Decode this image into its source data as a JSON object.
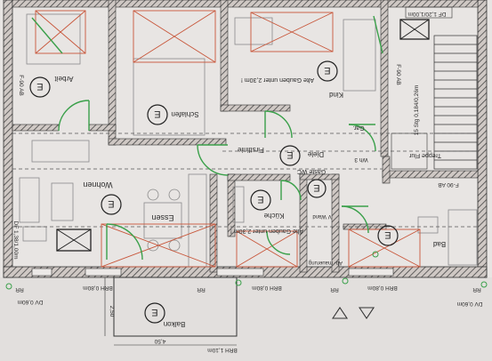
{
  "rooms": {
    "arbeit": "Arbeit",
    "schlafen": "Schlafen",
    "kind": "Kind",
    "alte_gauben_oben": "Alte Gauben unter 2,30m !",
    "gar": "Gar.",
    "wohnen": "Wohnen",
    "essen": "Essen",
    "kueche": "Küche",
    "alte_gauben_unten": "Alte Gauben unter 2,30m !",
    "gaeste_wc": "Gäste WC",
    "diele": "Diele",
    "firstlinie": "Firstlinie",
    "treppe_flur": "Treppe Flur",
    "bad": "Bad",
    "balkon": "Balkon",
    "abmauerung": "Ab- mauerung",
    "vwand": "V Wand"
  },
  "annotations": {
    "top_right_window": "DF 1,20/1,00m",
    "stairs": "15 Stg 0,184/0,26m",
    "wh": "Wh 3",
    "f90_left": "F-90 AB",
    "f90_right": "F-90 AB",
    "f90_mid": "F-90 AB",
    "bottom_left_window": "DF 1,38/1,00m",
    "brh_1": "BRH 0,80m",
    "brh_2": "BRH 0,80m",
    "brh_3": "BRH 0,80m",
    "brh_balkon": "BRH 1,10m",
    "dv_left": "DV 0,60m",
    "dv_right": "DV 0,60m",
    "rr_1": "RR",
    "rr_2": "RR",
    "rr_3": "RR",
    "rr_4": "RR",
    "dim_250": "2,50",
    "dim_450": "4,50",
    "circled_e": "E"
  }
}
